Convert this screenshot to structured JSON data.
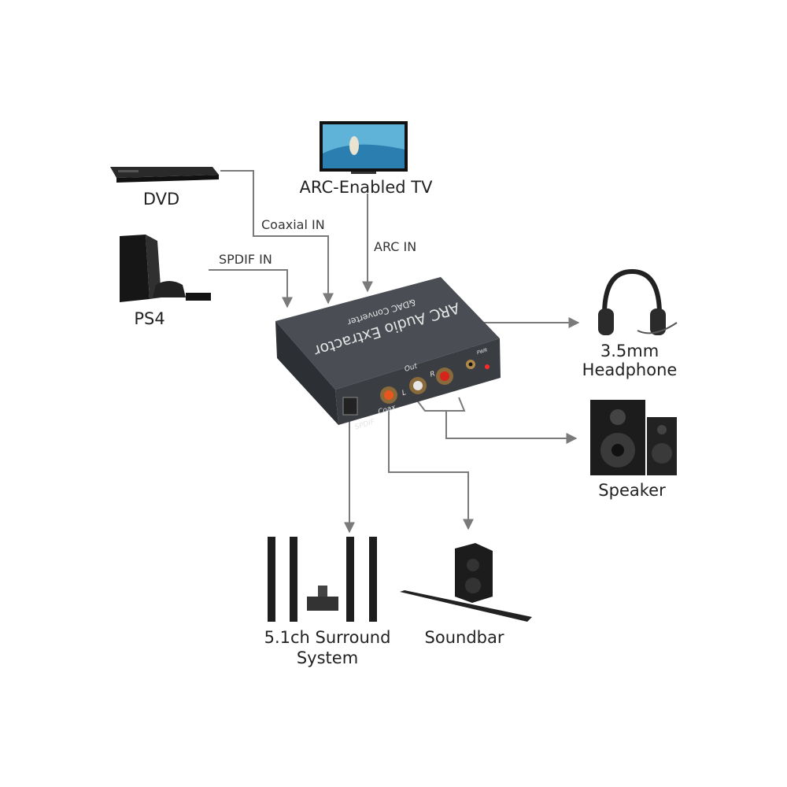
{
  "colors": {
    "connector": "#7a7a7a",
    "device_body": "#3a3d42",
    "rca_red": "#d8231c",
    "rca_white": "#e6e6e6",
    "rca_orange": "#e8561e"
  },
  "sources": {
    "dvd": {
      "label": "DVD",
      "connection": "Coaxial IN",
      "icon": "dvd-player-icon"
    },
    "tv": {
      "label": "ARC-Enabled TV",
      "connection": "ARC IN",
      "icon": "tv-icon"
    },
    "ps4": {
      "label": "PS4",
      "connection": "SPDIF IN",
      "icon": "game-console-icon"
    }
  },
  "device": {
    "title": "ARC Audio Extractor",
    "subtitle": "&DAC Converter",
    "out_label": "Out",
    "ports": {
      "spdif": "SPDIF",
      "coax": "Coax",
      "left": "L",
      "right": "R",
      "power": "PWR"
    }
  },
  "outputs": {
    "headphone": {
      "label_line1": "3.5mm",
      "label_line2": "Headphone",
      "icon": "headphone-icon"
    },
    "speaker": {
      "label": "Speaker",
      "icon": "speaker-icon"
    },
    "surround": {
      "label_line1": "5.1ch Surround",
      "label_line2": "System",
      "icon": "surround-system-icon"
    },
    "soundbar": {
      "label": "Soundbar",
      "icon": "soundbar-icon"
    }
  }
}
